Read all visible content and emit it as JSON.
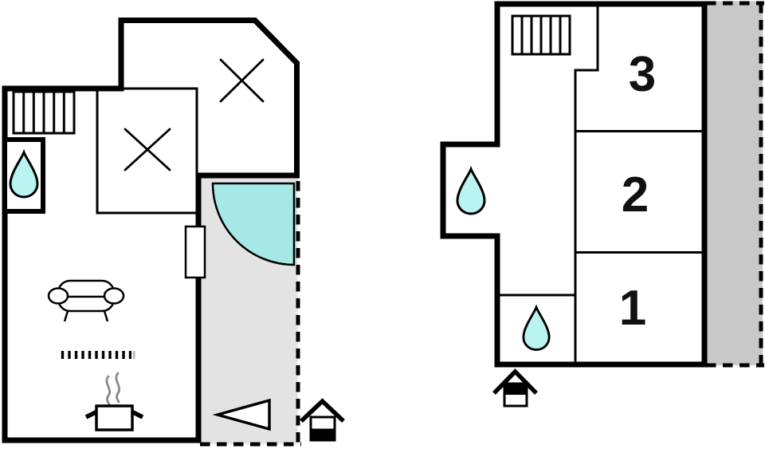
{
  "colors": {
    "wall": "#000000",
    "door_swing": "#a5e8e6",
    "water_drop": "#b9f4f2",
    "porch_gray": "#e3e3e3",
    "terrace_gray": "#c8c8c8",
    "steam_gray": "#8a8a8a",
    "hob_faded_dash": "#bfbfbf"
  },
  "ground_floor": {
    "icons": {
      "stairs": "stairs-icon",
      "bathroom_drop": "water-drop-icon",
      "roof_window_small": "roof-window-x-icon",
      "roof_window_large": "roof-window-x-icon",
      "door": "door-swing-icon",
      "sofa": "sofa-icon",
      "hob": "kitchen-hob-dashes-icon",
      "pot": "cooking-pot-icon",
      "arrow": "direction-triangle-icon",
      "level_marker": "house-level-ground-icon"
    }
  },
  "first_floor": {
    "room_labels": [
      "3",
      "2",
      "1"
    ],
    "icons": {
      "stairs": "stairs-icon",
      "wc_drop": "water-drop-icon",
      "bathroom_drop": "water-drop-icon",
      "level_marker": "house-level-upper-icon"
    }
  }
}
